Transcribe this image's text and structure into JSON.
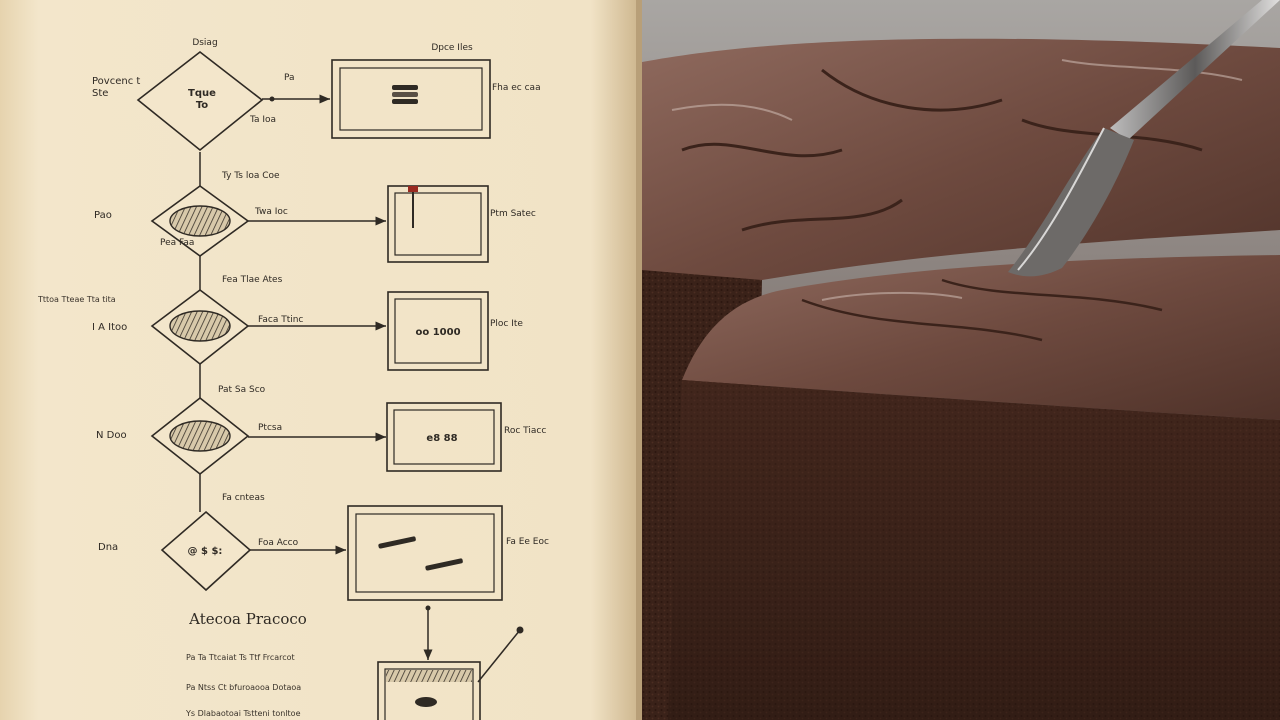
{
  "paper": {
    "title": "Atecoa Pracoco",
    "top_label": "Dsiag",
    "side_labels": [
      "Povcenc t\nSte",
      "Pao",
      "I A Itoo",
      "N Doo",
      "Dna"
    ],
    "edge_labels": [
      "Pa",
      "Ty Ts loa Coe",
      "Fea Tlae Ates",
      "Pat Sa Sco",
      "Fa cnteas",
      "Pea Faa"
    ],
    "flow_labels": [
      "Twa Ioc",
      "Faca Ttinc",
      "Ptcsa",
      "Foa Acco",
      "Ta Ioa"
    ],
    "box_labels": [
      "Fha ec caa",
      "Ptm Satec",
      "Ploc Ite",
      "Roc Tiacc",
      "Fa Ee Eoc"
    ],
    "top_right_label": "Dpce Iles",
    "box_glyphs": [
      "",
      "",
      "oo 1000",
      "e8 88",
      ""
    ],
    "decision_glyph_top": "Tque\nTo",
    "decision_glyph_bottom": "@ $ $:",
    "notes": [
      "Pa Ta Ttcaiat Ts Ttf Frcarcot",
      "Pa Ntss Ct bfuroaooa Dotaoa",
      "Ys Dlabaotoai Tstteni tonltoe"
    ],
    "smudge_text": "Tttoa Tteae Tta tita"
  },
  "colors": {
    "paper": "#f1e4c8",
    "ink": "#2f2a24",
    "chocolate": "#3a2219",
    "crust": "#7a5345"
  }
}
